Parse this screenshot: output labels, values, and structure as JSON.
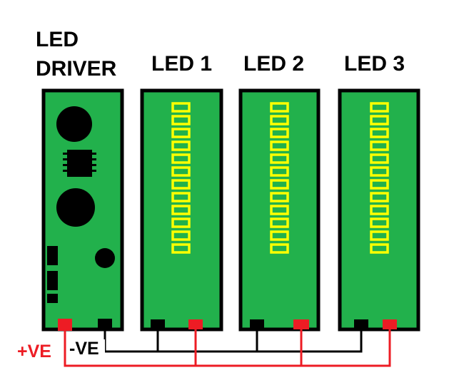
{
  "labels": {
    "driver_line1": "LED",
    "driver_line2": "DRIVER",
    "led1": "LED 1",
    "led2": "LED 2",
    "led3": "LED 3",
    "pos": "+VE",
    "neg": "-VE"
  },
  "colors": {
    "board": "#22b14c",
    "outline": "#000000",
    "led_segment": "#ffff00",
    "positive_wire": "#ed1c24",
    "negative_wire": "#000000"
  },
  "led_strips": [
    {
      "name": "LED 1",
      "segments": 12
    },
    {
      "name": "LED 2",
      "segments": 12
    },
    {
      "name": "LED 3",
      "segments": 12
    }
  ]
}
